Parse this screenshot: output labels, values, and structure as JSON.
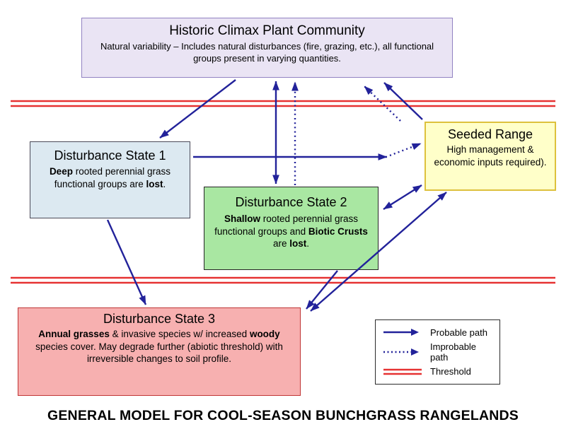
{
  "colors": {
    "arrow": "#22229a",
    "threshold_red": "#e63232",
    "hcpc_bg": "#eae4f4",
    "hcpc_border": "#9282c2",
    "ds1_bg": "#dce9f1",
    "ds2_bg": "#a9e7a2",
    "seeded_bg": "#ffffc9",
    "seeded_border": "#ddc13c",
    "ds3_bg": "#f7b0b0",
    "ds3_border": "#c03535"
  },
  "boxes": {
    "hcpc": {
      "title": "Historic Climax Plant Community",
      "body": [
        {
          "t": "Natural variability – Includes natural disturbances (fire, grazing, etc.), all functional groups present in varying quantities.",
          "b": false
        }
      ]
    },
    "ds1": {
      "title": "Disturbance State 1",
      "body": [
        {
          "t": "Deep",
          "b": true
        },
        {
          "t": " rooted perennial grass functional groups are ",
          "b": false
        },
        {
          "t": "lost",
          "b": true
        },
        {
          "t": ".",
          "b": false
        }
      ]
    },
    "ds2": {
      "title": "Disturbance State 2",
      "body": [
        {
          "t": "Shallow",
          "b": true
        },
        {
          "t": " rooted perennial grass functional groups and ",
          "b": false
        },
        {
          "t": "Biotic Crusts",
          "b": true
        },
        {
          "t": " are ",
          "b": false
        },
        {
          "t": "lost",
          "b": true
        },
        {
          "t": ".",
          "b": false
        }
      ]
    },
    "seeded": {
      "title": "Seeded Range",
      "body": [
        {
          "t": "High management & economic inputs required).",
          "b": false
        }
      ]
    },
    "ds3": {
      "title": "Disturbance State 3",
      "body": [
        {
          "t": "Annual grasses",
          "b": true
        },
        {
          "t": " & invasive species w/ increased ",
          "b": false
        },
        {
          "t": "woody",
          "b": true
        },
        {
          "t": " species cover.  May degrade further (abiotic threshold) with irreversible changes to soil profile.",
          "b": false
        }
      ]
    }
  },
  "edges": [
    {
      "from": "historic-climax",
      "to": "disturbance-state-1",
      "path": "probable",
      "bidirectional": false
    },
    {
      "from": "historic-climax",
      "to": "disturbance-state-2",
      "path": "probable",
      "bidirectional": true
    },
    {
      "from": "disturbance-state-2",
      "to": "historic-climax",
      "path": "improbable",
      "bidirectional": false
    },
    {
      "from": "seeded-range",
      "to": "historic-climax",
      "path": "improbable",
      "bidirectional": false
    },
    {
      "from": "seeded-range",
      "to": "historic-climax",
      "path": "probable",
      "bidirectional": false
    },
    {
      "from": "disturbance-state-1",
      "to": "seeded-range",
      "path": "probable",
      "bidirectional": false
    },
    {
      "from": "disturbance-state-1",
      "to": "seeded-range",
      "path": "improbable",
      "bidirectional": false
    },
    {
      "from": "disturbance-state-2",
      "to": "seeded-range",
      "path": "probable",
      "bidirectional": true
    },
    {
      "from": "disturbance-state-1",
      "to": "disturbance-state-3",
      "path": "probable",
      "bidirectional": false
    },
    {
      "from": "disturbance-state-2",
      "to": "disturbance-state-3",
      "path": "probable",
      "bidirectional": false
    },
    {
      "from": "disturbance-state-3",
      "to": "seeded-range",
      "path": "probable",
      "bidirectional": true
    }
  ],
  "legend": {
    "items": [
      {
        "label": "Probable path",
        "type": "solid-arrow"
      },
      {
        "label": "Improbable path",
        "type": "dotted-arrow"
      },
      {
        "label": "Threshold",
        "type": "double-red-line"
      }
    ]
  },
  "footer_title": "GENERAL MODEL FOR COOL-SEASON BUNCHGRASS RANGELANDS"
}
